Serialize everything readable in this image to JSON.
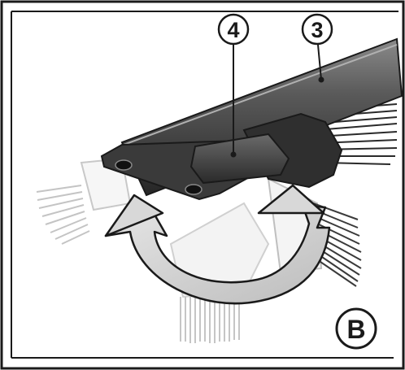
{
  "figure": {
    "callouts": [
      {
        "id": "callout-4",
        "label": "4",
        "part": "slide-button"
      },
      {
        "id": "callout-3",
        "label": "3",
        "part": "crevice-tool-tube"
      }
    ],
    "panel_label": "B",
    "icons": [
      "rotate-arrow-icon"
    ],
    "colors": {
      "tube_dark": "#3c3c3c",
      "tube_highlight": "#8a8a8a",
      "ghost_gray": "#d4d4d4",
      "arrow_fill": "#cfcfcf",
      "outline": "#1a1a1a"
    }
  }
}
